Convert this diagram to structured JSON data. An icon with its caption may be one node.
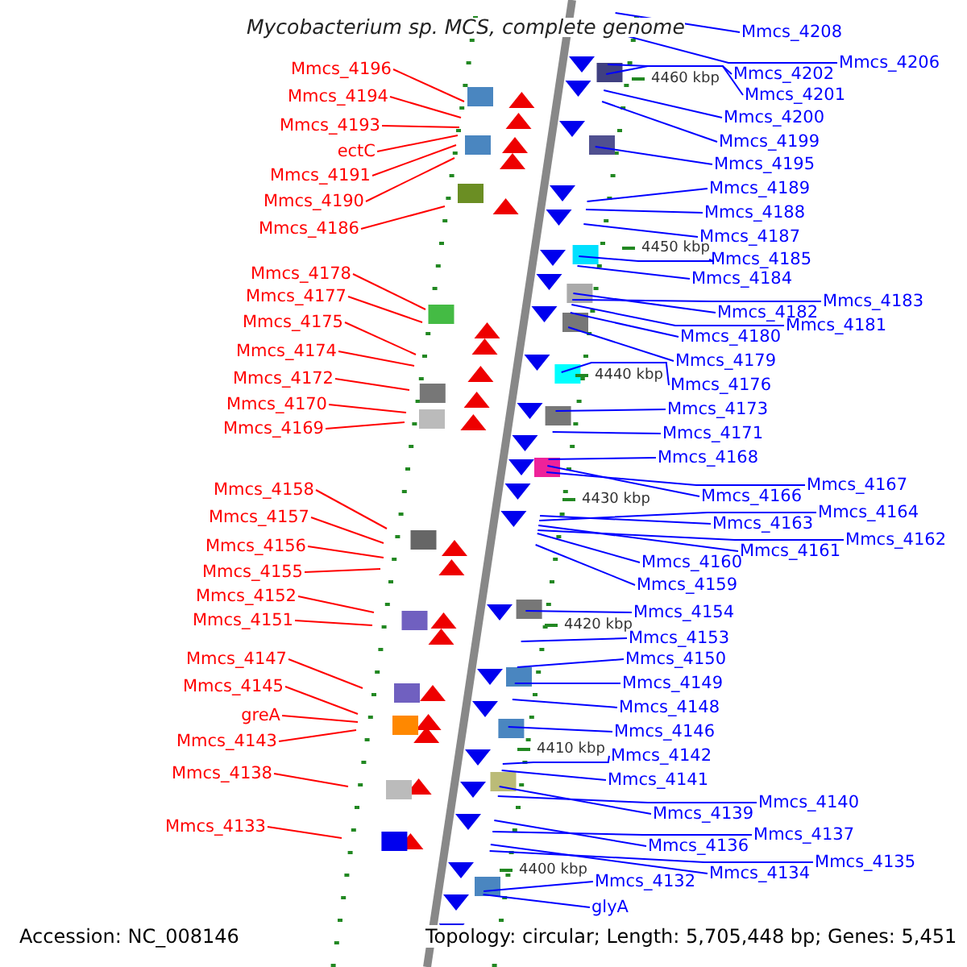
{
  "diagram": {
    "title": "Mycobacterium sp. MCS, complete genome",
    "nodes": [
      {
        "text": [
          "Mmcs_4196"
        ]
      },
      {
        "text": [
          "Mmcs_4194"
        ]
      },
      {
        "text": [
          "Mmcs_4193"
        ]
      },
      {
        "text": [
          "ectC"
        ]
      },
      {
        "text": [
          "Mmcs_4191"
        ]
      },
      {
        "text": [
          "Mmcs_4190"
        ]
      },
      {
        "text": [
          "Mmcs_4186"
        ]
      },
      {
        "text": [
          "Mmcs_4178"
        ]
      },
      {
        "text": [
          "Mmcs_4177"
        ]
      },
      {
        "text": [
          "Mmcs_4175"
        ]
      },
      {
        "text": [
          "Mmcs_4174"
        ]
      },
      {
        "text": [
          "Mmcs_4172"
        ]
      },
      {
        "text": [
          "Mmcs_4170"
        ]
      },
      {
        "text": [
          "Mmcs_4169"
        ]
      },
      {
        "text": [
          "Mmcs_4158"
        ]
      },
      {
        "text": [
          "Mmcs_4157"
        ]
      },
      {
        "text": [
          "Mmcs_4156"
        ]
      },
      {
        "text": [
          "Mmcs_4155"
        ]
      },
      {
        "text": [
          "Mmcs_4152"
        ]
      },
      {
        "text": [
          "Mmcs_4151"
        ]
      },
      {
        "text": [
          "Mmcs_4147"
        ]
      },
      {
        "text": [
          "Mmcs_4145"
        ]
      },
      {
        "text": [
          "greA"
        ]
      },
      {
        "text": [
          "Mmcs_4143"
        ]
      },
      {
        "text": [
          "Mmcs_4138"
        ]
      },
      {
        "text": [
          "Mmcs_4133"
        ]
      },
      {
        "text": [
          "Mmcs_4208"
        ]
      },
      {
        "text": [
          "Mmcs_4202"
        ]
      },
      {
        "text": [
          "Mmcs_4206"
        ]
      },
      {
        "text": [
          "Mmcs_4201"
        ]
      },
      {
        "text": [
          "Mmcs_4200"
        ]
      },
      {
        "text": [
          "Mmcs_4199"
        ]
      },
      {
        "text": [
          "Mmcs_4195"
        ]
      },
      {
        "text": [
          "Mmcs_4189"
        ]
      },
      {
        "text": [
          "Mmcs_4188"
        ]
      },
      {
        "text": [
          "Mmcs_4187"
        ]
      },
      {
        "text": [
          "Mmcs_4185"
        ]
      },
      {
        "text": [
          "Mmcs_4184"
        ]
      },
      {
        "text": [
          "Mmcs_4182"
        ]
      },
      {
        "text": [
          "Mmcs_4183"
        ]
      },
      {
        "text": [
          "Mmcs_4180"
        ]
      },
      {
        "text": [
          "Mmcs_4181"
        ]
      },
      {
        "text": [
          "Mmcs_4179"
        ]
      },
      {
        "text": [
          "Mmcs_4176"
        ]
      },
      {
        "text": [
          "Mmcs_4173"
        ]
      },
      {
        "text": [
          "Mmcs_4171"
        ]
      },
      {
        "text": [
          "Mmcs_4168"
        ]
      },
      {
        "text": [
          "Mmcs_4166"
        ]
      },
      {
        "text": [
          "Mmcs_4167"
        ]
      },
      {
        "text": [
          "Mmcs_4163"
        ]
      },
      {
        "text": [
          "Mmcs_4164"
        ]
      },
      {
        "text": [
          "Mmcs_4161"
        ]
      },
      {
        "text": [
          "Mmcs_4162"
        ]
      },
      {
        "text": [
          "Mmcs_4160"
        ]
      },
      {
        "text": [
          "Mmcs_4159"
        ]
      },
      {
        "text": [
          "Mmcs_4154"
        ]
      },
      {
        "text": [
          "Mmcs_4153"
        ]
      },
      {
        "text": [
          "Mmcs_4150"
        ]
      },
      {
        "text": [
          "Mmcs_4149"
        ]
      },
      {
        "text": [
          "Mmcs_4148"
        ]
      },
      {
        "text": [
          "Mmcs_4146"
        ]
      },
      {
        "text": [
          "Mmcs_4142"
        ]
      },
      {
        "text": [
          "Mmcs_4141"
        ]
      },
      {
        "text": [
          "Mmcs_4139"
        ]
      },
      {
        "text": [
          "Mmcs_4140"
        ]
      },
      {
        "text": [
          "Mmcs_4136"
        ]
      },
      {
        "text": [
          "Mmcs_4137"
        ]
      },
      {
        "text": [
          "Mmcs_4134"
        ]
      },
      {
        "text": [
          "Mmcs_4135"
        ]
      },
      {
        "text": [
          "Mmcs_4132"
        ]
      },
      {
        "text": [
          "glyA"
        ]
      }
    ],
    "edges": [
      {
        "from": 0,
        "to": null,
        "arrow": "none",
        "color": "#ff0000"
      },
      {
        "from": 1,
        "to": null,
        "arrow": "none",
        "color": "#ff0000"
      },
      {
        "from": 2,
        "to": null,
        "arrow": "none",
        "color": "#ff0000"
      },
      {
        "from": 3,
        "to": null,
        "arrow": "none",
        "color": "#ff0000"
      },
      {
        "from": 4,
        "to": null,
        "arrow": "none",
        "color": "#ff0000"
      },
      {
        "from": 5,
        "to": null,
        "arrow": "none",
        "color": "#ff0000"
      },
      {
        "from": 6,
        "to": null,
        "arrow": "none",
        "color": "#ff0000"
      },
      {
        "from": 7,
        "to": null,
        "arrow": "none",
        "color": "#ff0000"
      },
      {
        "from": 8,
        "to": null,
        "arrow": "none",
        "color": "#ff0000"
      },
      {
        "from": 9,
        "to": null,
        "arrow": "none",
        "color": "#ff0000"
      },
      {
        "from": 10,
        "to": null,
        "arrow": "none",
        "color": "#ff0000"
      },
      {
        "from": 11,
        "to": null,
        "arrow": "none",
        "color": "#ff0000"
      },
      {
        "from": 12,
        "to": null,
        "arrow": "none",
        "color": "#ff0000"
      },
      {
        "from": 13,
        "to": null,
        "arrow": "none",
        "color": "#ff0000"
      },
      {
        "from": 14,
        "to": null,
        "arrow": "none",
        "color": "#ff0000"
      },
      {
        "from": 15,
        "to": null,
        "arrow": "none",
        "color": "#ff0000"
      },
      {
        "from": 16,
        "to": null,
        "arrow": "none",
        "color": "#ff0000"
      },
      {
        "from": 17,
        "to": null,
        "arrow": "none",
        "color": "#ff0000"
      },
      {
        "from": 18,
        "to": null,
        "arrow": "none",
        "color": "#ff0000"
      },
      {
        "from": 19,
        "to": null,
        "arrow": "none",
        "color": "#ff0000"
      },
      {
        "from": 20,
        "to": null,
        "arrow": "none",
        "color": "#ff0000"
      },
      {
        "from": 21,
        "to": null,
        "arrow": "none",
        "color": "#ff0000"
      },
      {
        "from": 22,
        "to": null,
        "arrow": "none",
        "color": "#ff0000"
      },
      {
        "from": 23,
        "to": null,
        "arrow": "none",
        "color": "#ff0000"
      },
      {
        "from": 24,
        "to": null,
        "arrow": "none",
        "color": "#ff0000"
      },
      {
        "from": 25,
        "to": null,
        "arrow": "none",
        "color": "#ff0000"
      },
      {
        "from": 26,
        "to": null,
        "arrow": "none"
      },
      {
        "from": 27,
        "to": null,
        "arrow": "none"
      },
      {
        "from": 28,
        "to": null,
        "arrow": "none"
      },
      {
        "from": 29,
        "to": null,
        "arrow": "none"
      },
      {
        "from": 30,
        "to": null,
        "arrow": "none"
      },
      {
        "from": 31,
        "to": null,
        "arrow": "none"
      },
      {
        "from": 32,
        "to": null,
        "arrow": "none"
      },
      {
        "from": 33,
        "to": null,
        "arrow": "none"
      },
      {
        "from": 34,
        "to": null,
        "arrow": "none"
      },
      {
        "from": 35,
        "to": null,
        "arrow": "none"
      },
      {
        "from": 36,
        "to": null,
        "arrow": "none"
      },
      {
        "from": 37,
        "to": null,
        "arrow": "none"
      },
      {
        "from": 38,
        "to": null,
        "arrow": "none"
      },
      {
        "from": 39,
        "to": null,
        "arrow": "none"
      },
      {
        "from": 40,
        "to": null,
        "arrow": "none"
      },
      {
        "from": 41,
        "to": null,
        "arrow": "none"
      },
      {
        "from": 42,
        "to": null,
        "arrow": "none"
      },
      {
        "from": 43,
        "to": null,
        "arrow": "none"
      },
      {
        "from": 44,
        "to": null,
        "arrow": "none"
      },
      {
        "from": 45,
        "to": null,
        "arrow": "none"
      },
      {
        "from": 46,
        "to": null,
        "arrow": "none"
      },
      {
        "from": 47,
        "to": null,
        "arrow": "none"
      },
      {
        "from": 48,
        "to": null,
        "arrow": "none"
      },
      {
        "from": 49,
        "to": null,
        "arrow": "none"
      },
      {
        "from": 50,
        "to": null,
        "arrow": "none"
      },
      {
        "from": 51,
        "to": null,
        "arrow": "none"
      },
      {
        "from": 52,
        "to": null,
        "arrow": "none"
      },
      {
        "from": 53,
        "to": null,
        "arrow": "none"
      },
      {
        "from": 54,
        "to": null,
        "arrow": "none"
      },
      {
        "from": 55,
        "to": null,
        "arrow": "none"
      },
      {
        "from": 56,
        "to": null,
        "arrow": "none"
      },
      {
        "from": 57,
        "to": null,
        "arrow": "none"
      },
      {
        "from": 58,
        "to": null,
        "arrow": "none"
      },
      {
        "from": 59,
        "to": null,
        "arrow": "none"
      },
      {
        "from": 60,
        "to": null,
        "arrow": "none"
      },
      {
        "from": 61,
        "to": null,
        "arrow": "none"
      },
      {
        "from": 62,
        "to": null,
        "arrow": "none"
      },
      {
        "from": 63,
        "to": null,
        "arrow": "none"
      },
      {
        "from": 64,
        "to": null,
        "arrow": "none"
      },
      {
        "from": 65,
        "to": null,
        "arrow": "none"
      },
      {
        "from": 66,
        "to": null,
        "arrow": "none"
      },
      {
        "from": 67,
        "to": null,
        "arrow": "none"
      },
      {
        "from": 68,
        "to": null,
        "arrow": "none"
      },
      {
        "from": 69,
        "to": null,
        "arrow": "none"
      },
      {
        "from": 70,
        "to": null,
        "arrow": "none"
      }
    ],
    "labels": [
      "4460 kbp",
      "4450 kbp",
      "4440 kbp",
      "4430 kbp",
      "4420 kbp",
      "4410 kbp",
      "4400 kbp",
      "Accession: NC_008146",
      "Topology: circular; Length: 5,705,448 bp; Genes: 5,451"
    ]
  }
}
